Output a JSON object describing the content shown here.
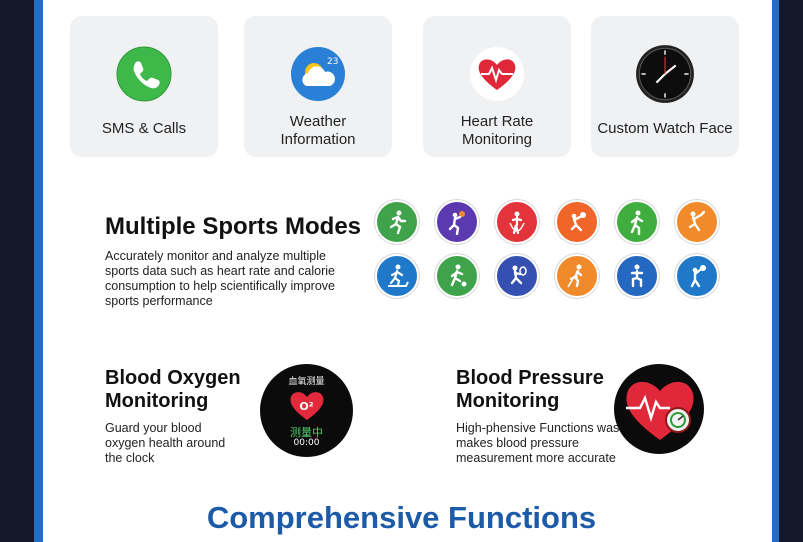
{
  "features": [
    {
      "label": "SMS & Calls",
      "icon": "phone-icon",
      "color": "#3fb84a"
    },
    {
      "label": "Weather\nInformation",
      "icon": "weather-icon",
      "badge": "23",
      "color": "#2a7fd6"
    },
    {
      "label": "Heart Rate\nMonitoring",
      "icon": "heart-rate-icon",
      "color": "#e0283a"
    },
    {
      "label": "Custom Watch Face",
      "icon": "watch-face-icon",
      "color": "#111111"
    }
  ],
  "sports": {
    "title": "Multiple Sports Modes",
    "description": "Accurately monitor and analyze multiple sports data such as heart rate and calorie consumption to help scientifically improve sports performance",
    "icons": [
      {
        "name": "running-icon",
        "color": "#3ea34a"
      },
      {
        "name": "basketball-icon",
        "color": "#5b3ab0"
      },
      {
        "name": "jump-rope-icon",
        "color": "#e2343a"
      },
      {
        "name": "volleyball-icon",
        "color": "#f0662a"
      },
      {
        "name": "walking-icon",
        "color": "#3fae3f"
      },
      {
        "name": "badminton-icon",
        "color": "#f08a2a"
      },
      {
        "name": "treadmill-icon",
        "color": "#1f79c8"
      },
      {
        "name": "soccer-icon",
        "color": "#3ea34a"
      },
      {
        "name": "tennis-icon",
        "color": "#3550b0"
      },
      {
        "name": "climbing-icon",
        "color": "#f08a2a"
      },
      {
        "name": "squat-icon",
        "color": "#2468c0"
      },
      {
        "name": "volleyball-hit-icon",
        "color": "#1f79c8"
      }
    ]
  },
  "blood_oxygen": {
    "title": "Blood Oxygen Monitoring",
    "description": "Guard your blood oxygen health around the clock",
    "watch_top": "血氧测量",
    "watch_badge": "O²",
    "watch_status": "测量中",
    "watch_time": "00:00"
  },
  "blood_pressure": {
    "title": "Blood Pressure Monitoring",
    "description": "High-phensive Functions was makes blood pressure measurement more accurate"
  },
  "footer": {
    "title": "Comprehensive Functions"
  }
}
